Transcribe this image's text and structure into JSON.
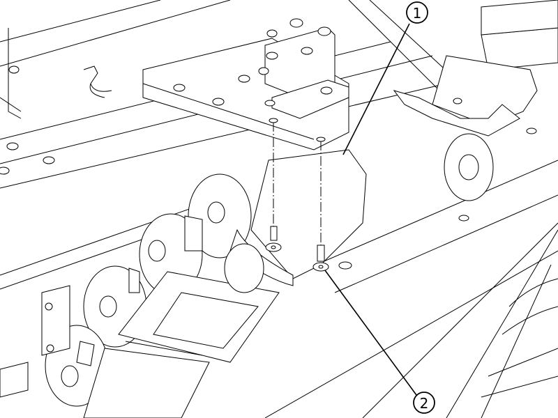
{
  "diagram": {
    "type": "technical-assembly-drawing",
    "subject": "cable drag chain mounting bracket with screws",
    "callouts": [
      {
        "id": "1",
        "label": "1",
        "target": "drag-chain-end-bracket"
      },
      {
        "id": "2",
        "label": "2",
        "target": "countersunk-screw"
      }
    ],
    "colors": {
      "line": "#000000",
      "background": "#ffffff"
    }
  }
}
